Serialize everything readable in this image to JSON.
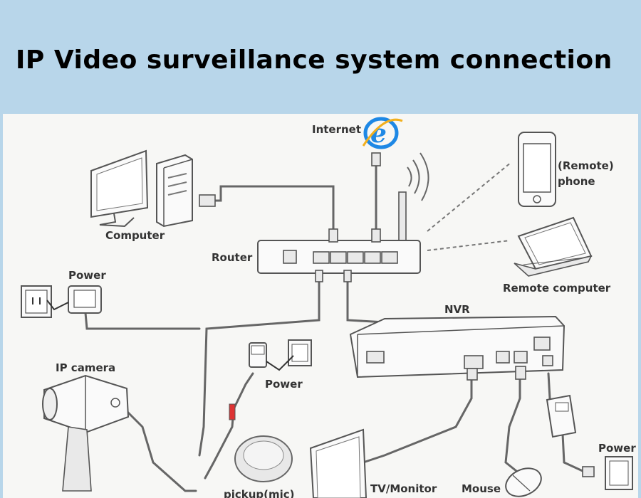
{
  "title": "IP Video surveillance system connection",
  "labels": {
    "internet": "Internet",
    "remote_phone_line1": "(Remote)",
    "remote_phone_line2": "phone",
    "computer": "Computer",
    "router": "Router",
    "power_top": "Power",
    "remote_computer": "Remote computer",
    "nvr": "NVR",
    "ip_camera": "IP camera",
    "power_middle": "Power",
    "power_right": "Power",
    "pickup_mic": "pickup(mic)",
    "tv_monitor": "TV/Monitor",
    "mouse": "Mouse"
  },
  "icons": {
    "internet": "internet-explorer-icon",
    "internet_color": "#1e88e5"
  }
}
